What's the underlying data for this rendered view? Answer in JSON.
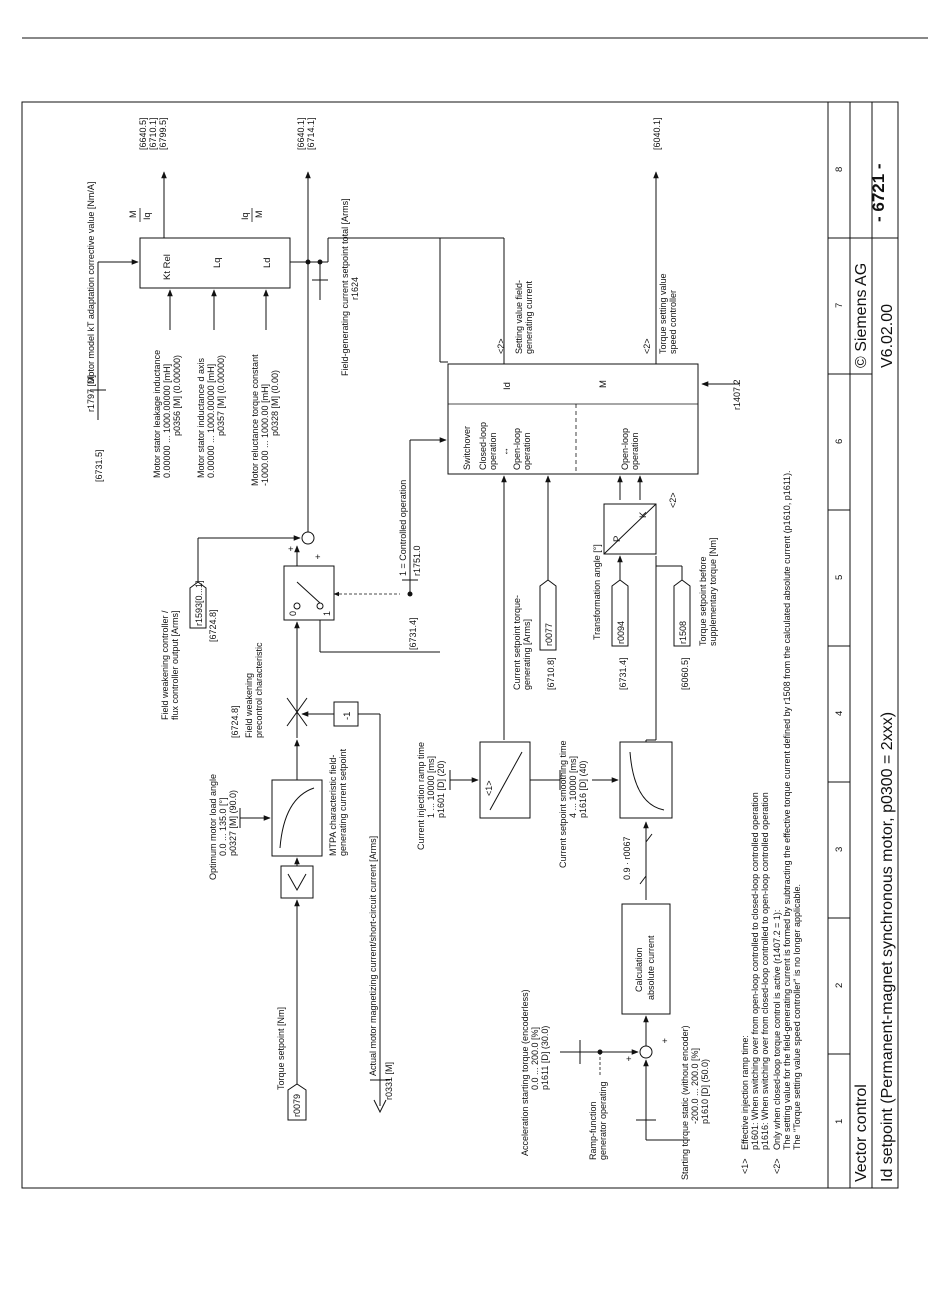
{
  "footer": {
    "category": "Vector control",
    "title": "Id setpoint (Permanent-magnet synchronous motor, p0300 = 2xxx)",
    "copyright": "© Siemens AG",
    "version": "V6.02.00",
    "page": "- 6721 -",
    "columns": [
      "1",
      "2",
      "3",
      "4",
      "5",
      "6",
      "7",
      "8"
    ]
  },
  "inputs": {
    "torque_setpoint": {
      "label": "Torque setpoint [Nm]",
      "param": "r0079"
    },
    "actual_mag_current": {
      "label": "Actual motor magnetizing current/short-circuit current [Arms]",
      "param": "r0331 [M]"
    },
    "accel_torque": {
      "l1": "Acceleration starting torque (encoderless)",
      "l2": "0.0 ... 200.0 [%]",
      "l3": "p1611 [D] (30.0)"
    },
    "ramp_gen": {
      "l1": "Ramp-function",
      "l2": "generator operating"
    },
    "static_torque": {
      "l1": "Starting torque static (without encoder)",
      "l2": "-200.0 ... 200.0 [%]",
      "l3": "p1610 [D] (50.0)"
    },
    "calc_block": {
      "l1": "Calculation",
      "l2": "absolute current"
    },
    "factor": "0.9 · r0067",
    "mtpa": {
      "l1": "MTPA characteristic field-",
      "l2": "generating current setpoint"
    },
    "load_angle": {
      "l1": "Optimum motor load angle",
      "l2": "0.0 ... 135.0 [°]",
      "l3": "p0327 [M] (90.0)"
    },
    "inj_ramp": {
      "l1": "Current injection ramp time",
      "l2": "1 ... 10000 [ms]",
      "l3": "p1601 [D] (20)"
    },
    "smooth": {
      "l1": "Current setpoint smoothing time",
      "l2": "4 ... 10000 [ms]",
      "l3": "p1616 [D] (40)"
    },
    "fw_precontrol": {
      "ref": "[6724.8]",
      "l1": "Field weakening",
      "l2": "precontrol characteristic"
    },
    "neg_one": "-1",
    "fw_controller": {
      "l1": "Field weakening controller /",
      "l2": "flux controller output [Arms]",
      "param": "r1593[0...1]",
      "ref": "[6724.8]"
    },
    "cur_sp_tq": {
      "l1": "Current setpoint torque-",
      "l2": "generating [Arms]",
      "param": "r0077",
      "ref": "[6710.8]"
    },
    "trans_angle": {
      "l1": "Transformation angle [°]",
      "param": "r0094",
      "ref": "[6731.4]"
    },
    "tq_before": {
      "l1": "Torque setpoint before",
      "l2": "supplementary torque [Nm]",
      "param": "r1508",
      "ref": "[6060.5]"
    },
    "ctrl_op": {
      "l1": "1 = Controlled operation",
      "param": "r1751.0",
      "ref": "[6731.4]"
    },
    "switch": {
      "zero": "0",
      "one": "1"
    },
    "pk": {
      "p": "P",
      "k": "K",
      "note": "<2>"
    },
    "ref_6731_5": "[6731.5]",
    "kt_adapt": {
      "l1": "Motor model kT adaptation corrective value [Nm/A]",
      "param": "r1797 [D]"
    },
    "lsig": {
      "l1": "Motor stator leakage inductance",
      "l2": "0.00000 ... 1000.00000 [mH]",
      "l3": "p0356 [M] (0.00000)"
    },
    "ld": {
      "l1": "Motor stator inductance d axis",
      "l2": "0.00000 ... 1000.00000 [mH]",
      "l3": "p0357 [M] (0.00000)"
    },
    "kr": {
      "l1": "Motor reluctance torque constant",
      "l2": "-1000.00 ... 1000.00 [mH]",
      "l3": "p0328 [M] (0.00)"
    },
    "ktrel_block": {
      "kt": "Kt Rel",
      "lq": "Lq",
      "ld": "Ld"
    },
    "fraction_mlq": {
      "num": "M",
      "den": "Iq"
    },
    "fraction_iqm": {
      "num": "Iq",
      "den": "M"
    },
    "field_total": {
      "l1": "Field-generating current setpoint total [Arms]",
      "param": "r1624"
    },
    "out_top_refs": [
      "[6640.5]",
      "[6710.1]",
      "[6799.5]"
    ],
    "out_mid_refs": [
      "[6640.1]",
      "[6714.1]"
    ],
    "out_right_ref": "[6040.1]",
    "sw_block": {
      "switchover": "Switchover",
      "closed": "Closed-loop",
      "op1": "operation",
      "arrows": "↔",
      "open1": "Open-loop",
      "op2": "operation",
      "open2": "Open-loop",
      "op3": "operation",
      "id": "Id",
      "m": "M",
      "r14072": "r1407.2"
    },
    "sv_field": {
      "note": "<2>",
      "l1": "Setting value field-",
      "l2": "generating current"
    },
    "tq_speed": {
      "note": "<2>",
      "l1": "Torque setting value",
      "l2": "speed controller"
    },
    "notes": {
      "n1_tag": "<1>",
      "n1_l1": "Effective injection ramp time:",
      "n1_l2": "p1601: When switching over from open-loop controlled to closed-loop controlled operation",
      "n1_l3": "p1616: When switching over from closed-loop controlled to open-loop controlled operation",
      "n2_tag": "<2>",
      "n2_l1": "Only when closed-loop torque control is active (r1407.2 = 1):",
      "n2_l2": "The setting value for the field-generating current is formed by subtracting the effective torque current defined by r1508 from the calculated absolute current (p1610, p1611).",
      "n2_l3": "The \"Torque setting value speed controller\" is no longer applicable."
    }
  }
}
